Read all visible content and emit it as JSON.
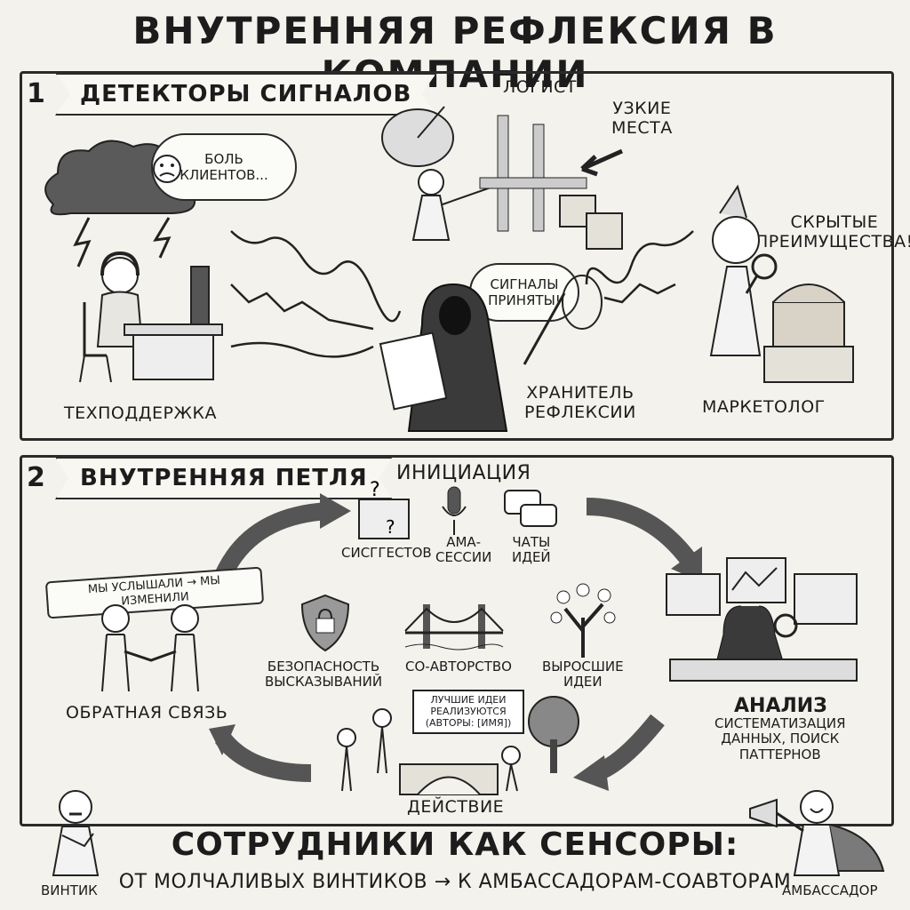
{
  "title": "ВНУТРЕННЯЯ РЕФЛЕКСИЯ В КОМПАНИИ",
  "panel1": {
    "number": "1",
    "heading": "ДЕТЕКТОРЫ СИГНАЛОВ",
    "logist": "ЛОГИСТ",
    "bottlenecks": "УЗКИЕ\nМЕСТА",
    "pain": "БОЛЬ\nКЛИЕНТОВ...",
    "signals": "СИГНАЛЫ\nПРИНЯТЫ!",
    "hidden": "СКРЫТЫЕ\nПРЕИМУЩЕСТВА!",
    "support": "ТЕХПОДДЕРЖКА",
    "keeper": "ХРАНИТЕЛЬ\nРЕФЛЕКСИИ",
    "marketer": "МАРКЕТОЛОГ"
  },
  "panel2": {
    "number": "2",
    "heading": "ВНУТРЕННЯЯ ПЕТЛЯ",
    "initiation": "ИНИЦИАЦИЯ",
    "suggests": "СИСГГЕСТОВ",
    "ama": "АМА-\nСЕССИИ",
    "chats": "ЧАТЫ\nИДЕЙ",
    "heard": "МЫ УСЛЫШАЛИ → МЫ ИЗМЕНИЛИ",
    "safety": "БЕЗОПАСНОСТЬ\nВЫСКАЗЫВАНИЙ",
    "coauthor": "СО-АВТОРСТВО",
    "grown": "ВЫРОСШИЕ\nИДЕИ",
    "feedback": "ОБРАТНАЯ СВЯЗЬ",
    "analysis": "АНАЛИЗ",
    "analysis_desc": "СИСТЕМАТИЗАЦИЯ\nДАННЫХ, ПОИСК\nПАТТЕРНОВ",
    "sign": "ЛУЧШИЕ ИДЕИ\nРЕАЛИЗУЮТСЯ\n(АВТОРЫ: [ИМЯ])",
    "action": "ДЕЙСТВИЕ"
  },
  "footer": {
    "line1": "СОТРУДНИКИ КАК СЕНСОРЫ:",
    "line2": "ОТ МОЛЧАЛИВЫХ ВИНТИКОВ → К АМБАССАДОРАМ-СОАВТОРАМ",
    "cog": "ВИНТИК",
    "ambassador": "АМБАССАДОР"
  }
}
